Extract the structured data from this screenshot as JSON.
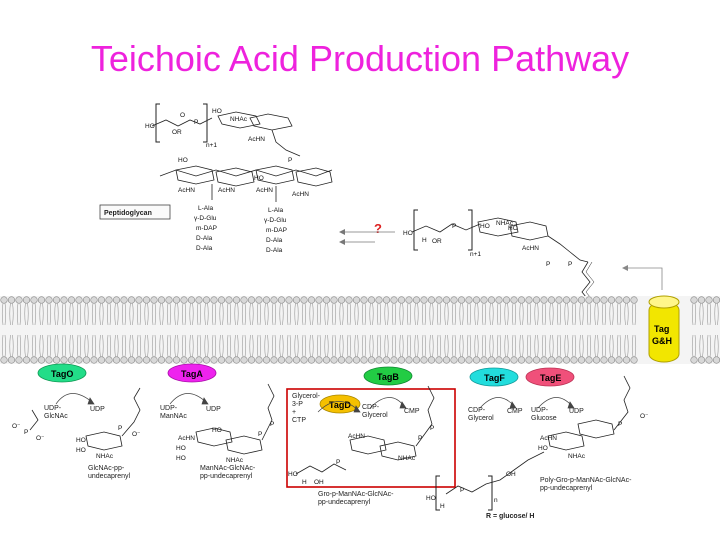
{
  "title": "Teichoic Acid Production Pathway",
  "colors": {
    "title": "#ee22dd",
    "tagO": "#22dd88",
    "tagA": "#ee22ee",
    "tagB": "#22cc44",
    "tagD": "#f5c000",
    "tagF": "#22dddd",
    "tagE": "#f0507a",
    "tagGH": "#f2e600",
    "highlight_box": "#cc0000",
    "question": "#dd2222"
  },
  "peptidoglycan": {
    "label": "Peptidoglycan",
    "chain_left": [
      "L-Ala",
      "γ-D-Glu",
      "m-DAP",
      "D-Ala",
      "D-Ala"
    ],
    "chain_right": [
      "L-Ala",
      "γ-D-Glu",
      "m-DAP",
      "D-Ala",
      "D-Ala"
    ],
    "repeat": "n+1"
  },
  "question_mark": "?",
  "transporter": {
    "line1": "Tag",
    "line2": "G&H"
  },
  "enzymes": {
    "tagO": "TagO",
    "tagA": "TagA",
    "tagB": "TagB",
    "tagD": "TagD",
    "tagF": "TagF",
    "tagE": "TagE"
  },
  "reactions": {
    "tagO_in": "UDP-\nGlcNAc",
    "tagO_out": "UDP",
    "tagA_in": "UDP-\nManNAc",
    "tagA_out": "UDP",
    "tagD_in": "Glycerol-\n3-P\n+\nCTP",
    "tagD_out": "CDP-\nGlycerol",
    "tagB_out": "CMP",
    "tagF_in": "CDP-\nGlycerol",
    "tagF_out": "CMP",
    "tagE_in": "UDP-\nGlucose",
    "tagE_out": "UDP"
  },
  "products": {
    "p1": "GlcNAc-pp-\nundecaprenyl",
    "p2": "ManNAc-GlcNAc-\npp-undecaprenyl",
    "p3": "Gro-p-ManNAc-GlcNAc-\npp-undecaprenyl",
    "p4": "Poly-Gro-p-ManNAc-GlcNAc-\npp-undecaprenyl"
  },
  "footnote": "R = glucose/ H",
  "chem": {
    "ho": "HO",
    "oh": "OH",
    "h": "H",
    "or": "OR",
    "o": "O",
    "p": "P",
    "nhac": "NHAc",
    "achn": "AcHN",
    "o_minus": "O⁻",
    "n1": "n+1",
    "n": "n"
  }
}
